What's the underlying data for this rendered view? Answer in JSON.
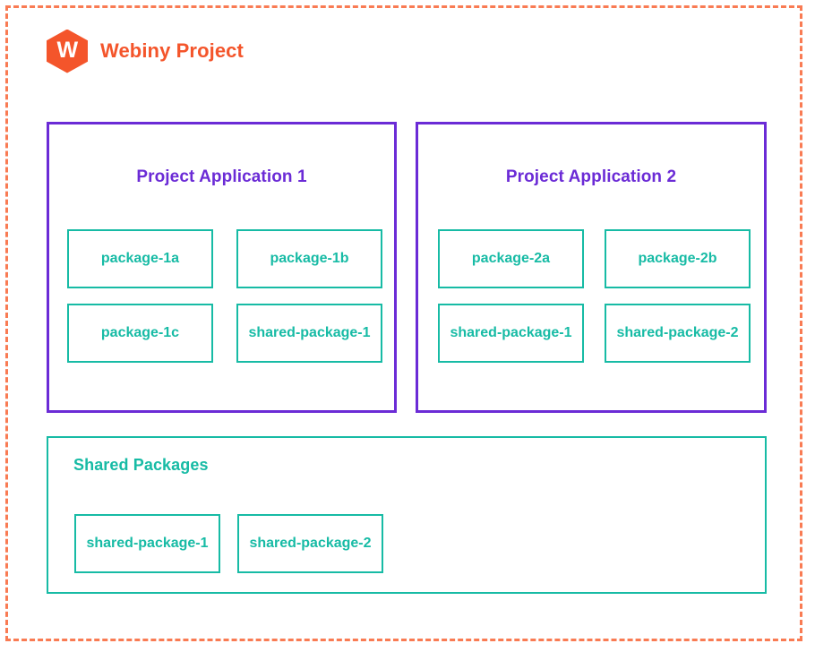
{
  "diagram": {
    "title": "Webiny Project",
    "logo_letter": "W",
    "colors": {
      "boundary": "#F97B53",
      "brand": "#F4552B",
      "application": "#6B2BD6",
      "package": "#17BBA5",
      "background": "#ffffff"
    },
    "applications": [
      {
        "title": "Project Application 1",
        "packages": [
          "package-1a",
          "package-1b",
          "package-1c",
          "shared-package-1"
        ]
      },
      {
        "title": "Project Application 2",
        "packages": [
          "package-2a",
          "package-2b",
          "shared-package-1",
          "shared-package-2"
        ]
      }
    ],
    "shared": {
      "title": "Shared Packages",
      "packages": [
        "shared-package-1",
        "shared-package-2"
      ]
    }
  }
}
